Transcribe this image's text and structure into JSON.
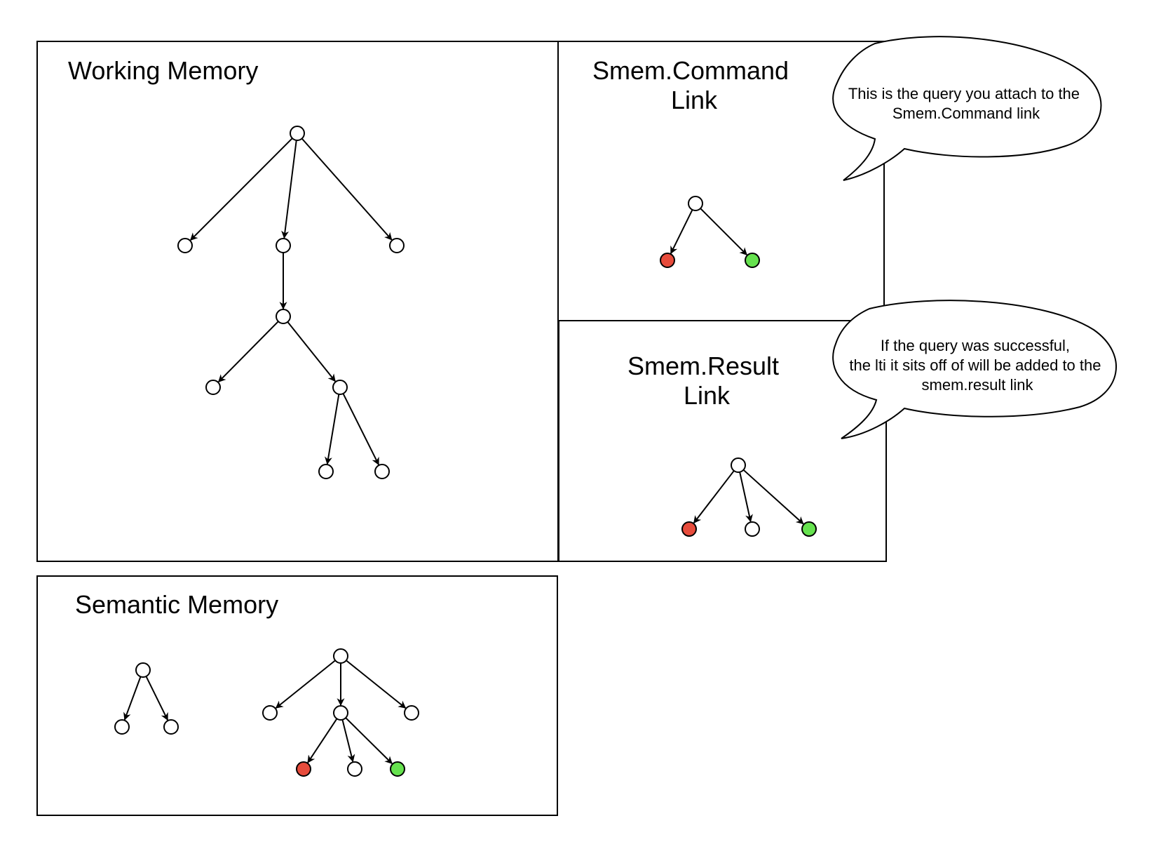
{
  "panels": {
    "working_memory": {
      "title_lines": [
        "Working Memory"
      ]
    },
    "smem_command": {
      "title_lines": [
        "Smem.Command",
        "Link"
      ]
    },
    "smem_result": {
      "title_lines": [
        "Smem.Result",
        "Link"
      ]
    },
    "semantic_memory": {
      "title_lines": [
        "Semantic Memory"
      ]
    }
  },
  "callouts": {
    "command": {
      "lines": [
        "This is the query you attach to the",
        "Smem.Command link"
      ]
    },
    "result": {
      "lines": [
        "If the query was successful,",
        "the lti it sits off of will be added to the",
        "smem.result link"
      ]
    }
  },
  "colors": {
    "node_default": "#ffffff",
    "node_red": "#e74c3c",
    "node_green": "#66e24f",
    "stroke": "#000000"
  }
}
